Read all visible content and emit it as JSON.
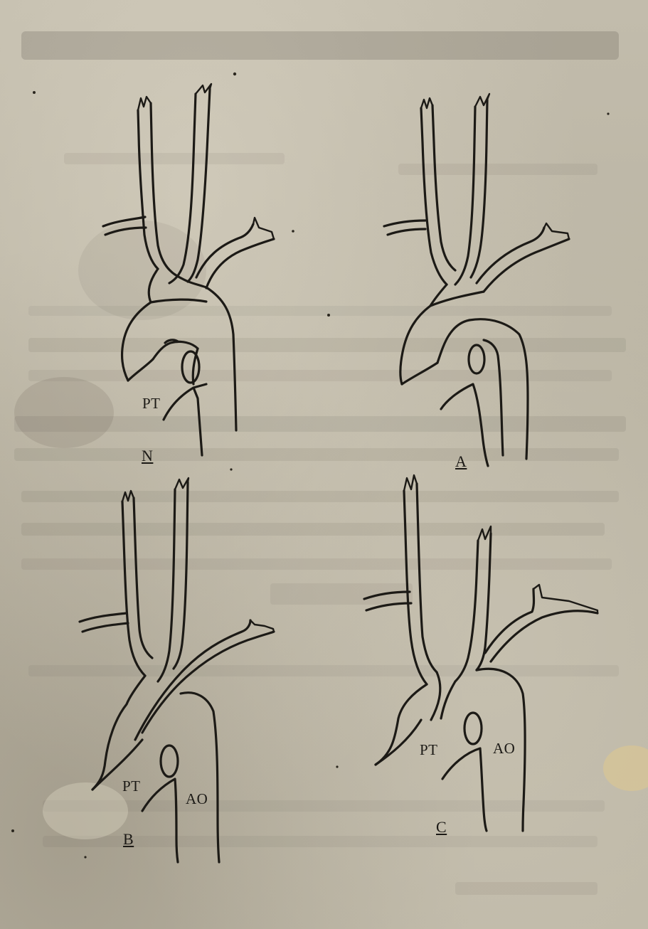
{
  "labels": {
    "n": "N",
    "a": "A",
    "b": "B",
    "c": "C",
    "pt_n": "PT",
    "pt_b": "PT",
    "ao_b": "AO",
    "pt_c": "PT",
    "ao_c": "AO"
  }
}
